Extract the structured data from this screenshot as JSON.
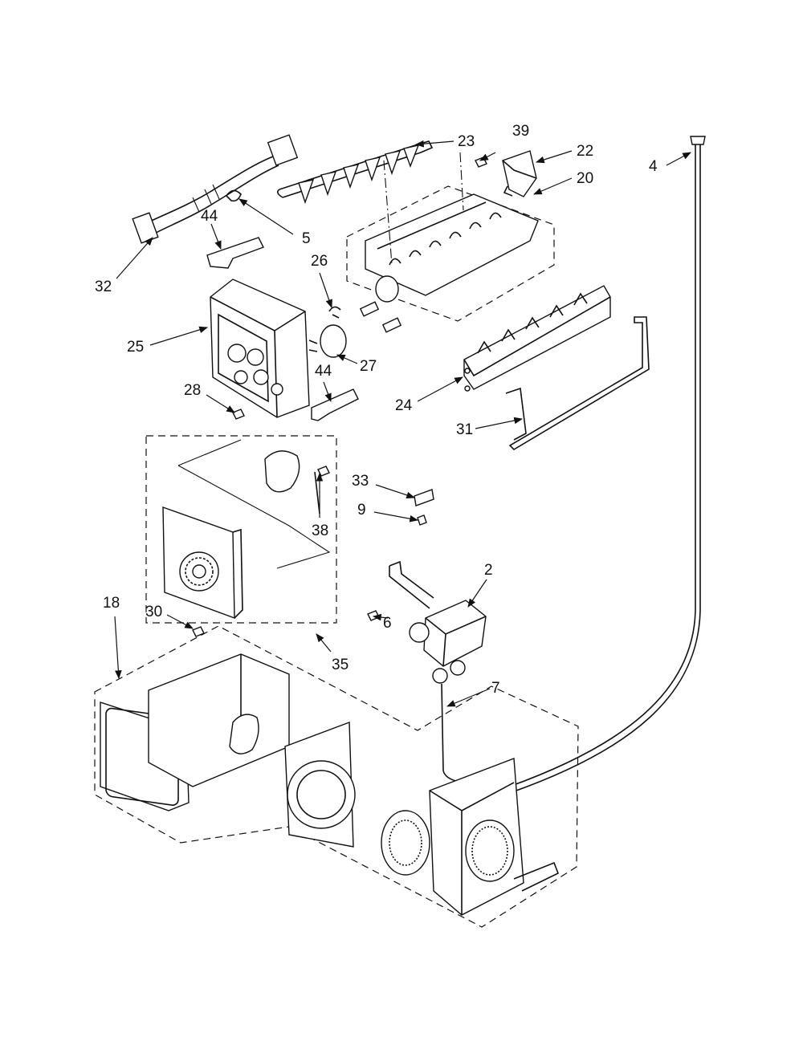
{
  "diagram": {
    "callouts": [
      "2",
      "4",
      "5",
      "6",
      "7",
      "9",
      "18",
      "20",
      "22",
      "23",
      "24",
      "25",
      "26",
      "27",
      "28",
      "30",
      "31",
      "32",
      "33",
      "35",
      "38",
      "39",
      "44",
      "44"
    ]
  }
}
